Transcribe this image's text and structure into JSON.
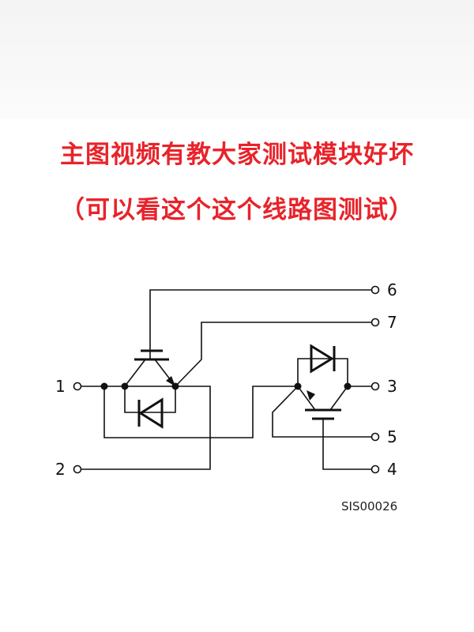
{
  "title": {
    "line1": "主图视频有教大家测试模块好坏",
    "line2": "（可以看这个这个线路图测试）"
  },
  "diagram": {
    "pins": {
      "p1": "1",
      "p2": "2",
      "p3": "3",
      "p4": "4",
      "p5": "5",
      "p6": "6",
      "p7": "7"
    },
    "code": "SIS00026"
  },
  "colors": {
    "title": "#e8232a",
    "wire": "#111111"
  }
}
